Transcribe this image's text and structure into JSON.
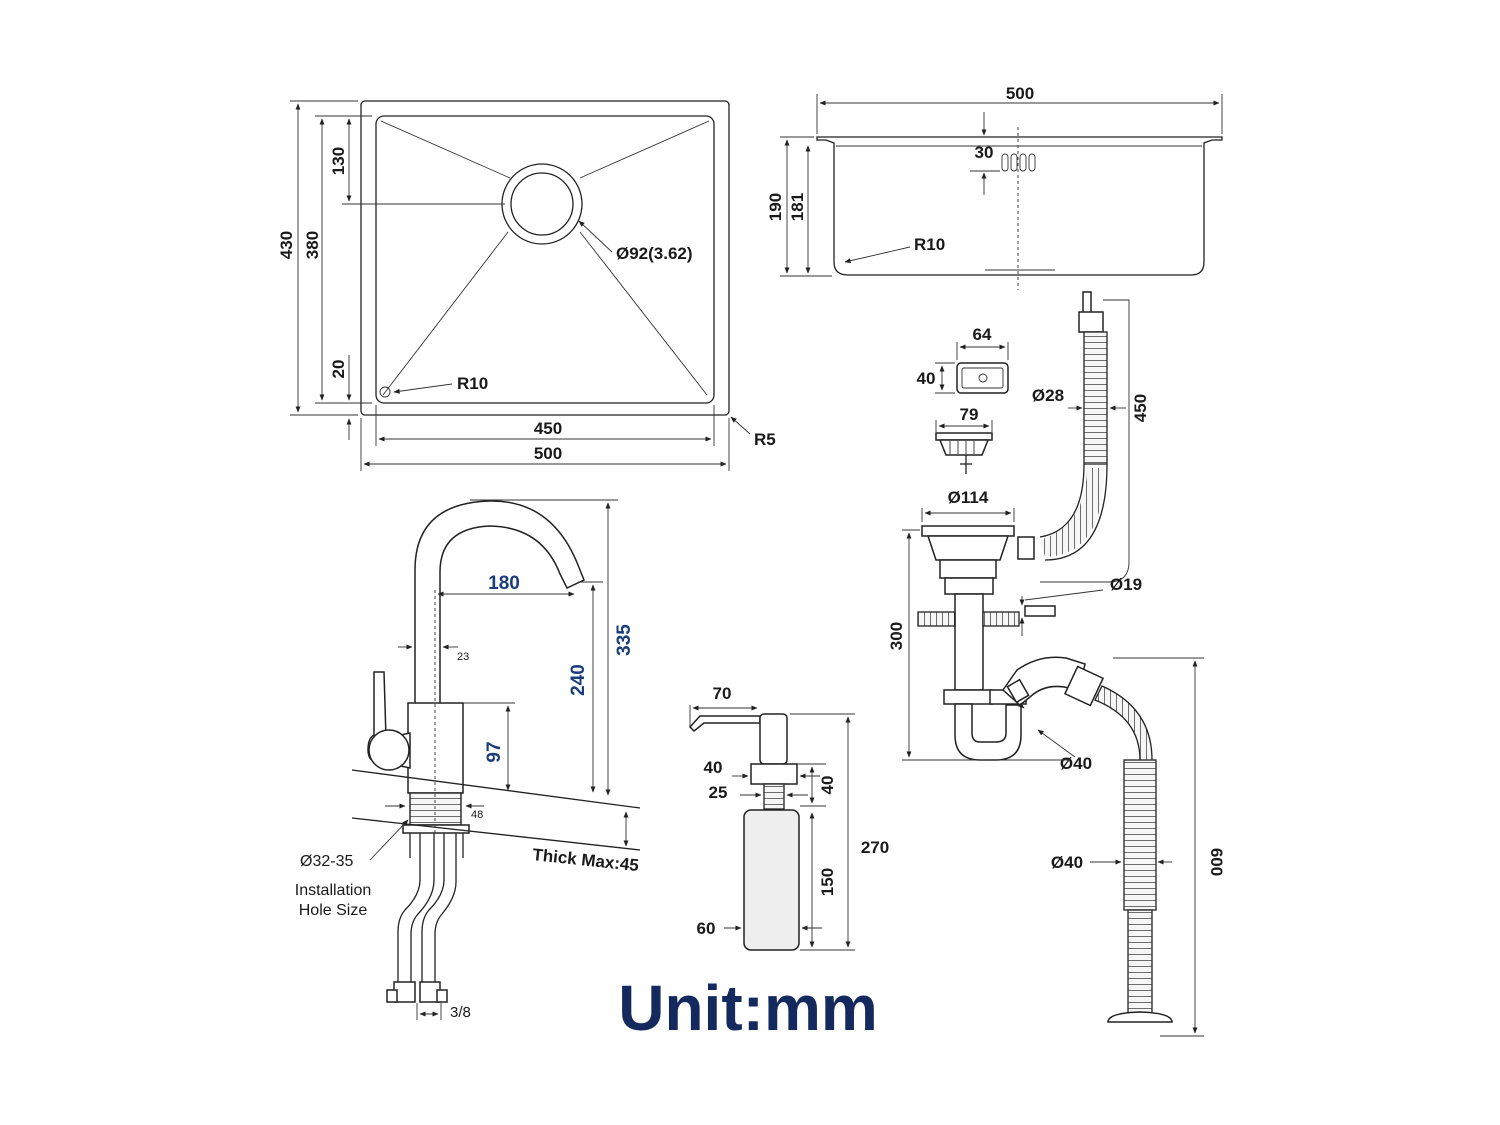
{
  "sink_top": {
    "bowl_length": "450",
    "overall_width": "500",
    "overall_depth": "430",
    "bowl_depth": "380",
    "drain_offset": "130",
    "corner_gap": "20",
    "drain_diameter": "Ø92(3.62)",
    "inner_radius": "R10",
    "outer_radius": "R5"
  },
  "sink_side": {
    "width": "500",
    "overflow_depth": "30",
    "total_height": "190",
    "bowl_height": "181",
    "bottom_radius": "R10"
  },
  "faucet": {
    "reach": "180",
    "total_height": "335",
    "spout_height": "240",
    "body_height": "97",
    "spout_diameter": "23",
    "base_height": "48",
    "hole_size": "Ø32-35",
    "hole_label_1": "Installation",
    "hole_label_2": "Hole Size",
    "thickness": "Thick Max:45",
    "hose_thread": "3/8"
  },
  "soap_dispenser": {
    "nozzle_length": "70",
    "head_width": "40",
    "thread_width": "25",
    "bottle_width": "60",
    "head_height": "40",
    "bottle_height": "150",
    "total_height": "270"
  },
  "drain_kit": {
    "overflow_width": "64",
    "overflow_height": "40",
    "strainer_width": "79",
    "pipe_diameter": "Ø28",
    "overflow_hose_length": "450",
    "basket_diameter": "Ø114",
    "side_inlet_diameter": "Ø19",
    "trap_height": "300",
    "trap_diameter": "Ø40",
    "outlet_diameter": "Ø40",
    "outlet_hose_length": "600"
  },
  "unit_label": "Unit:mm"
}
